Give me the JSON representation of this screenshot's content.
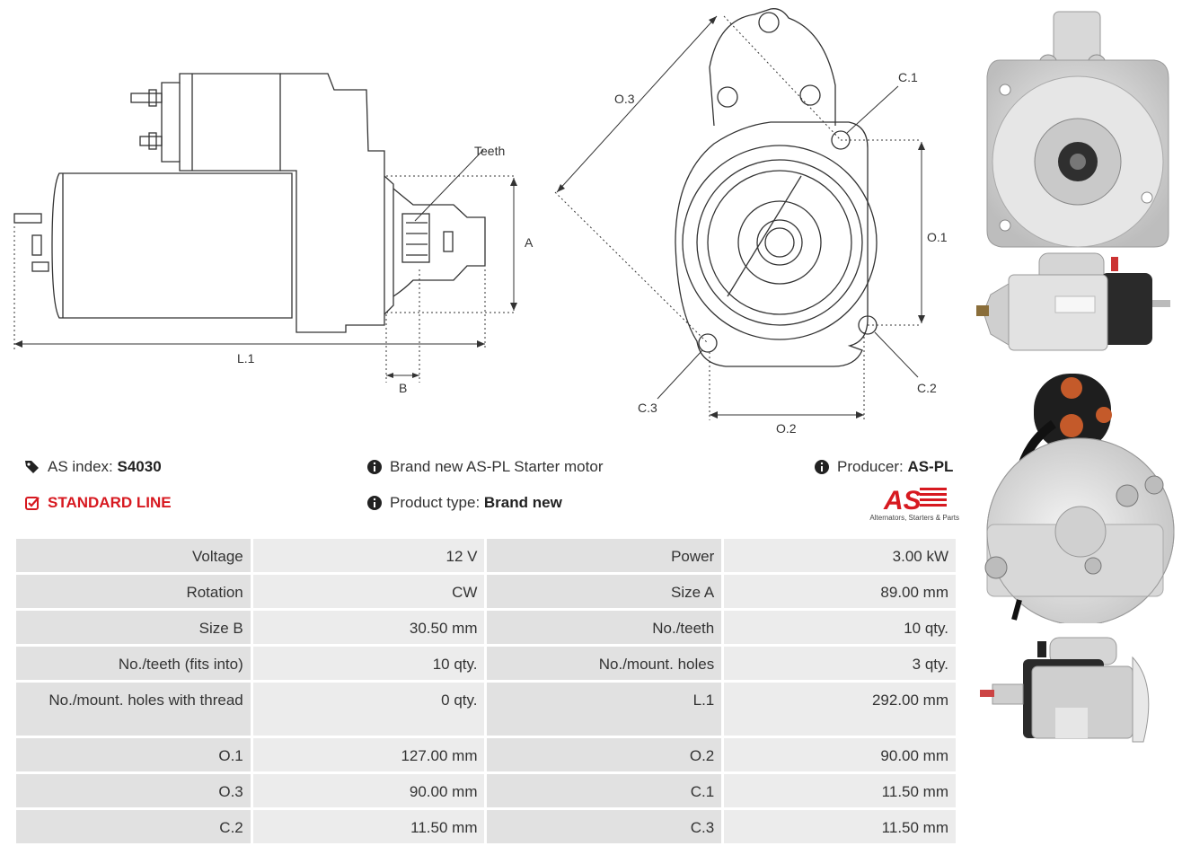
{
  "drawing": {
    "side_labels": {
      "teeth": "Teeth",
      "a": "A",
      "l1": "L.1",
      "b": "B"
    },
    "front_labels": {
      "o3": "O.3",
      "c1": "C.1",
      "o1": "O.1",
      "c2": "C.2",
      "c3": "C.3",
      "o2": "O.2"
    }
  },
  "info": {
    "as_index_label": "AS index:",
    "as_index_value": "S4030",
    "standard_line": "STANDARD LINE",
    "description": "Brand new AS-PL Starter motor",
    "product_type_label": "Product type:",
    "product_type_value": "Brand new",
    "producer_label": "Producer:",
    "producer_value": "AS-PL",
    "logo_text": "AS",
    "logo_tagline": "Alternators, Starters & Parts"
  },
  "colors": {
    "accent_red": "#d71920",
    "cell_label": "#e1e1e1",
    "cell_value": "#ececec"
  },
  "specs": [
    {
      "label1": "Voltage",
      "value1": "12 V",
      "label2": "Power",
      "value2": "3.00 kW"
    },
    {
      "label1": "Rotation",
      "value1": "CW",
      "label2": "Size A",
      "value2": "89.00 mm"
    },
    {
      "label1": "Size B",
      "value1": "30.50 mm",
      "label2": "No./teeth",
      "value2": "10 qty."
    },
    {
      "label1": "No./teeth (fits into)",
      "value1": "10 qty.",
      "label2": "No./mount. holes",
      "value2": "3 qty."
    },
    {
      "label1": "No./mount. holes with thread",
      "value1": "0 qty.",
      "label2": "L.1",
      "value2": "292.00 mm"
    },
    {
      "label1": "O.1",
      "value1": "127.00 mm",
      "label2": "O.2",
      "value2": "90.00 mm"
    },
    {
      "label1": "O.3",
      "value1": "90.00 mm",
      "label2": "C.1",
      "value2": "11.50 mm"
    },
    {
      "label1": "C.2",
      "value1": "11.50 mm",
      "label2": "C.3",
      "value2": "11.50 mm"
    }
  ]
}
